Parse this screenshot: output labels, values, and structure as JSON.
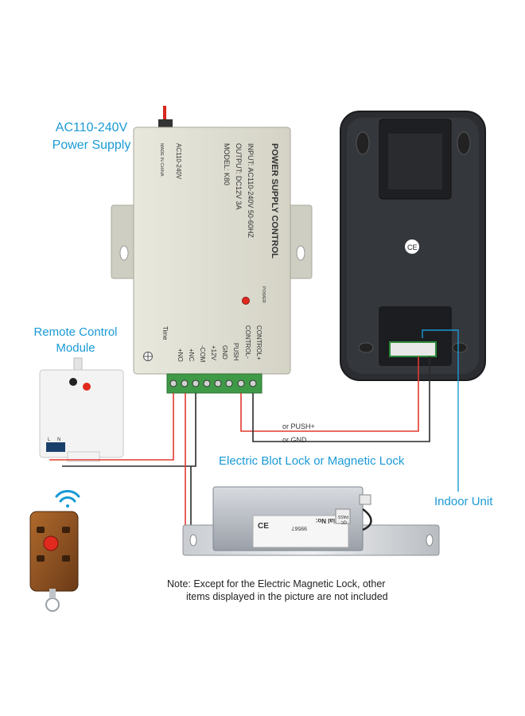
{
  "labels": {
    "power_supply_line1": "AC110-240V",
    "power_supply_line2": "Power Supply",
    "remote_module_line1": "Remote Control",
    "remote_module_line2": "Module",
    "lock": "Electric Blot Lock or Magnetic Lock",
    "indoor_unit": "Indoor Unit",
    "note_line1": "Note: Except for the Electric Magnetic Lock, other",
    "note_line2": "items displayed in the picture are not included"
  },
  "psu": {
    "title": "POWER SUPPLY CONTROL",
    "input": "INPUT: AC110-240V  50-60HZ",
    "output": "OUTPUT: DC12V  3A",
    "model": "MODEL: K80",
    "side_ac": "AC110-240V",
    "made_in": "MADE IN CHINA",
    "power_led": "POWER",
    "time": "Time",
    "terminals": [
      "+NO",
      "+NC",
      "-COM",
      "+12V",
      "GND",
      "PUSH",
      "CONTROL-",
      "CONTROL+"
    ]
  },
  "wires": {
    "push": "or PUSH+",
    "gnd": "or GND"
  },
  "lock_unit": {
    "serial_label": "Serial No:",
    "serial_number": "99567",
    "pass": "PASS",
    "qc": "QC",
    "ce": "CE"
  },
  "indoor": {
    "ce": "CE"
  },
  "remote": {
    "terminal_l": "L",
    "terminal_n": "N"
  },
  "colors": {
    "label_blue": "#1a9ad6",
    "wire_red": "#e03a2f",
    "wire_black": "#2a2a2a",
    "psu_body": "#dcdcd0",
    "terminal_green": "#3f9a47"
  }
}
